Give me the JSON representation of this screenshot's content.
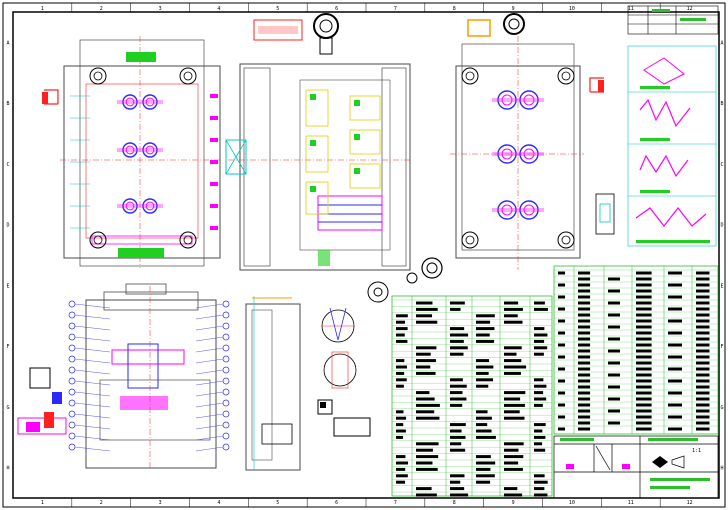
{
  "drawing": {
    "type": "injection mould assembly CAD drawing",
    "background": "#ffffff",
    "colors": {
      "frame": "#000000",
      "outline": "#4a4a4a",
      "table_grid": "#2bbf2b",
      "table_text": "#000000",
      "cyan": "#00c8c8",
      "magenta": "#ff00ff",
      "blue": "#2a2aff",
      "red": "#ff2020",
      "yellow": "#e0d000",
      "green": "#20d020",
      "orange": "#ff9a00"
    },
    "border": {
      "top_zone_numbers": [
        "1",
        "2",
        "3",
        "4",
        "5",
        "6",
        "7",
        "8",
        "9",
        "10",
        "11",
        "12"
      ],
      "side_zone_letters": [
        "A",
        "B",
        "C",
        "D",
        "E",
        "F",
        "G",
        "H"
      ]
    },
    "title_block": {
      "scale_label": "1:1"
    }
  }
}
